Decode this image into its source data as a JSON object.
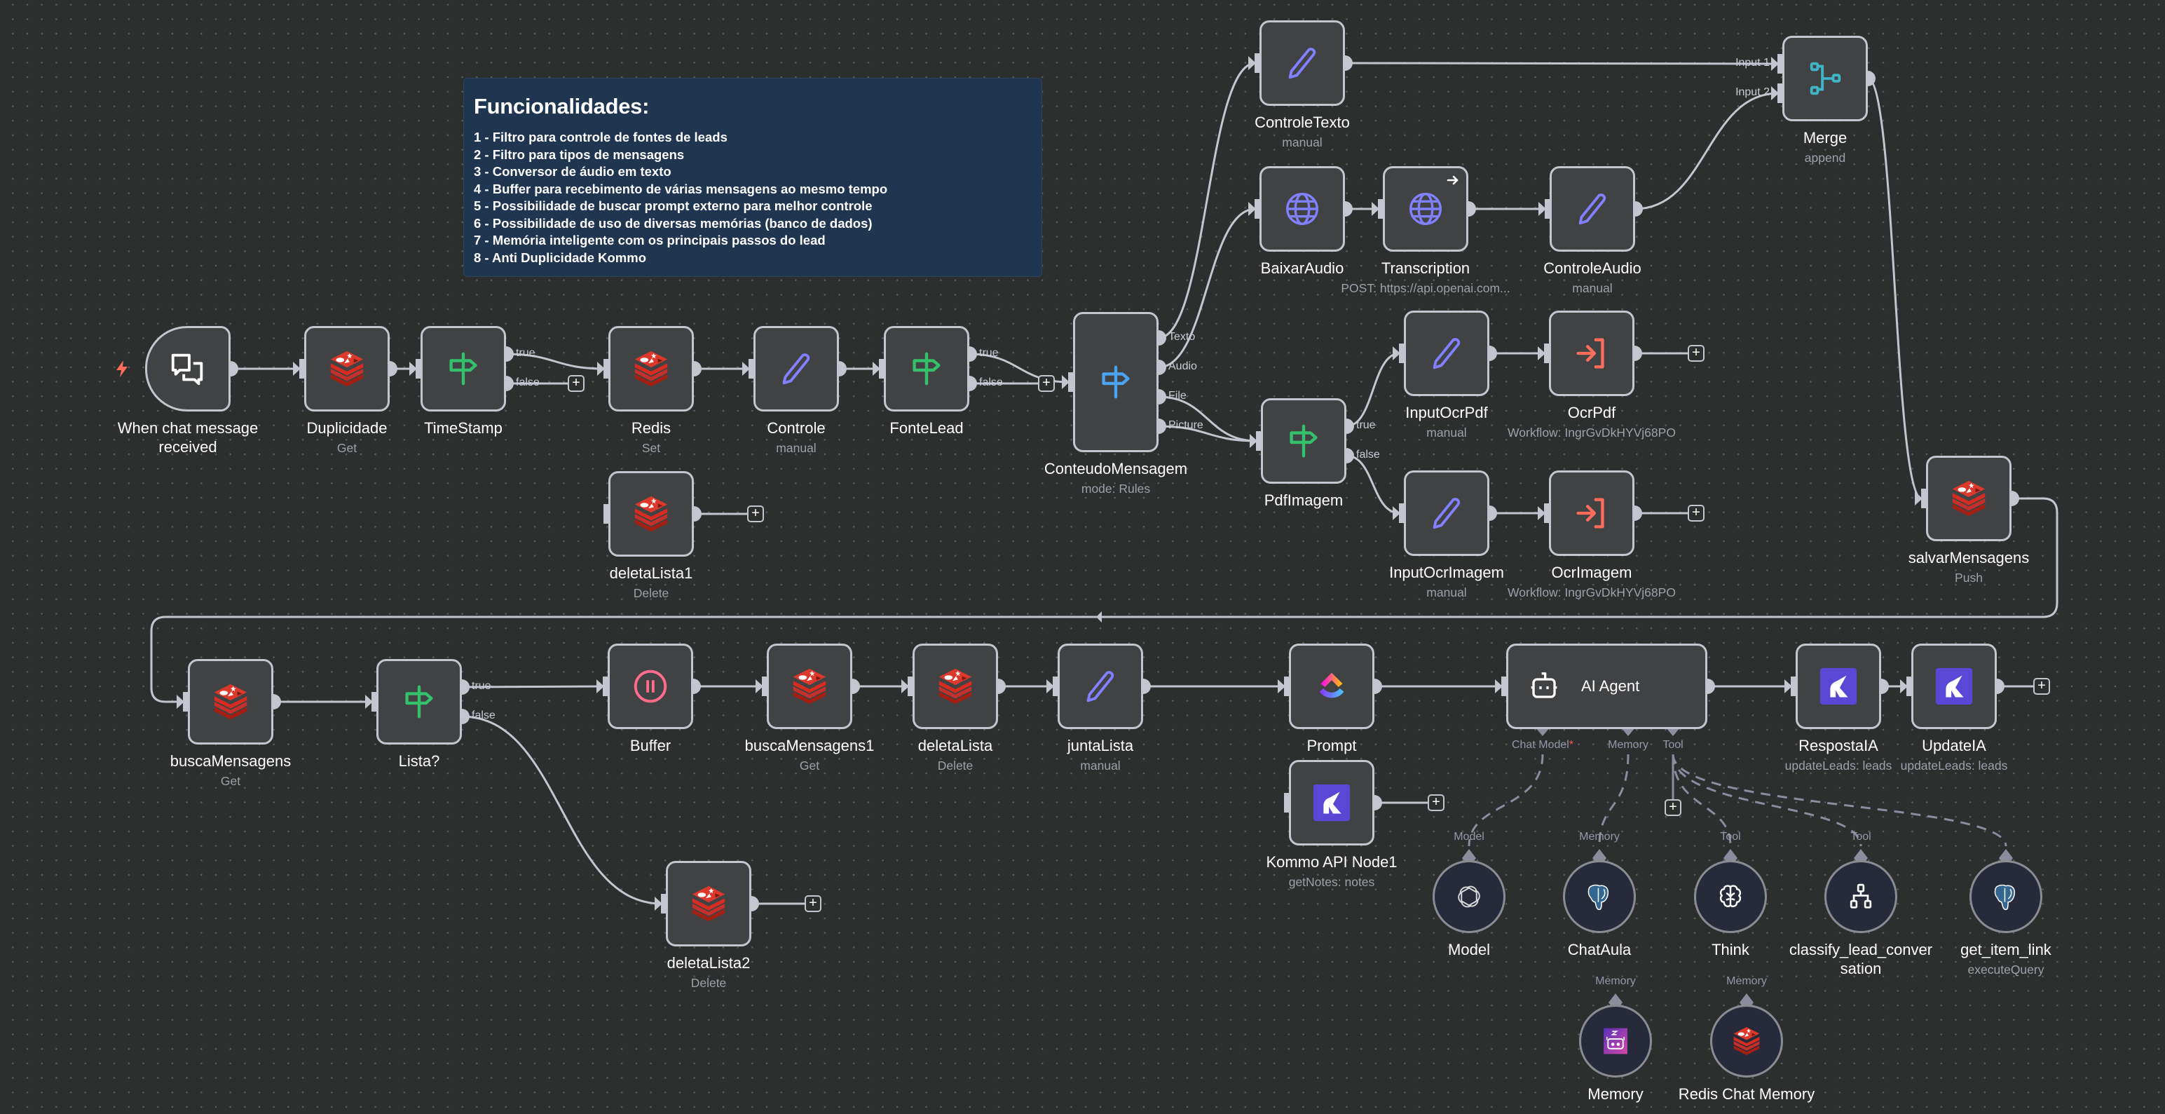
{
  "sticky_note": {
    "title": "Funcionalidades:",
    "lines": [
      "1 - Filtro para controle de fontes de leads",
      "2 - Filtro para tipos de mensagens",
      "3 - Conversor de áudio em texto",
      "4 - Buffer para recebimento de várias mensagens ao mesmo tempo",
      "5 - Possibilidade de buscar prompt externo para melhor controle",
      "6 - Possibilidade de uso de diversas memórias (banco de dados)",
      "7 - Memória inteligente com os principais passos do lead",
      "8 - Anti Duplicidade Kommo"
    ]
  },
  "colors": {
    "canvas": "#2d2e2e",
    "node_bg": "#414244",
    "node_border": "#c3c6ce",
    "sticky_bg": "#1f3550",
    "redis": "#d82c20",
    "if_green": "#35c16b",
    "switch_blue": "#4aa3f0",
    "set_purple": "#8181ff",
    "exec_red": "#ff6d5a",
    "merge_teal": "#3fb6c8",
    "wait_pink": "#ff6d8a",
    "kommo_purple": "#5b47d6",
    "trigger_bolt": "#ff6d5a"
  },
  "nodes": [
    {
      "id": "chat_trigger",
      "name": "When chat message\nreceived",
      "subtitle": "",
      "icon": "chat-icon",
      "type": "trigger"
    },
    {
      "id": "duplicidade",
      "name": "Duplicidade",
      "subtitle": "Get",
      "icon": "redis-icon"
    },
    {
      "id": "timestamp",
      "name": "TimeStamp",
      "subtitle": "",
      "icon": "if-icon",
      "outputs": [
        "true",
        "false"
      ]
    },
    {
      "id": "redis",
      "name": "Redis",
      "subtitle": "Set",
      "icon": "redis-icon"
    },
    {
      "id": "controle",
      "name": "Controle",
      "subtitle": "manual",
      "icon": "pencil-icon"
    },
    {
      "id": "fontelead",
      "name": "FonteLead",
      "subtitle": "",
      "icon": "if-icon",
      "outputs": [
        "true",
        "false"
      ]
    },
    {
      "id": "deletalista1",
      "name": "deletaLista1",
      "subtitle": "Delete",
      "icon": "redis-icon"
    },
    {
      "id": "conteudo",
      "name": "ConteudoMensagem",
      "subtitle": "mode: Rules",
      "icon": "switch-icon",
      "outputs": [
        "Texto",
        "Audio",
        "File",
        "Picture"
      ]
    },
    {
      "id": "controletexto",
      "name": "ControleTexto",
      "subtitle": "manual",
      "icon": "pencil-icon"
    },
    {
      "id": "baixaraudio",
      "name": "BaixarAudio",
      "subtitle": "",
      "icon": "globe-icon"
    },
    {
      "id": "transcription",
      "name": "Transcription",
      "subtitle": "POST: https://api.openai.com...",
      "icon": "globe-icon"
    },
    {
      "id": "controleaudio",
      "name": "ControleAudio",
      "subtitle": "manual",
      "icon": "pencil-icon"
    },
    {
      "id": "merge",
      "name": "Merge",
      "subtitle": "append",
      "icon": "merge-icon",
      "inputs": [
        "Input 1",
        "Input 2"
      ]
    },
    {
      "id": "pdfimagem",
      "name": "PdfImagem",
      "subtitle": "",
      "icon": "if-icon",
      "outputs": [
        "true",
        "false"
      ]
    },
    {
      "id": "inputocrpdf",
      "name": "InputOcrPdf",
      "subtitle": "manual",
      "icon": "pencil-icon"
    },
    {
      "id": "ocrpdf",
      "name": "OcrPdf",
      "subtitle": "Workflow: IngrGvDkHYVj68PO",
      "icon": "execute-workflow-icon"
    },
    {
      "id": "inputocrimagem",
      "name": "InputOcrImagem",
      "subtitle": "manual",
      "icon": "pencil-icon"
    },
    {
      "id": "ocrimagem",
      "name": "OcrImagem",
      "subtitle": "Workflow: IngrGvDkHYVj68PO",
      "icon": "execute-workflow-icon"
    },
    {
      "id": "salvarmensagens",
      "name": "salvarMensagens",
      "subtitle": "Push",
      "icon": "redis-icon"
    },
    {
      "id": "buscamensagens",
      "name": "buscaMensagens",
      "subtitle": "Get",
      "icon": "redis-icon"
    },
    {
      "id": "lista",
      "name": "Lista?",
      "subtitle": "",
      "icon": "if-icon",
      "outputs": [
        "true",
        "false"
      ]
    },
    {
      "id": "buffer",
      "name": "Buffer",
      "subtitle": "",
      "icon": "pause-icon"
    },
    {
      "id": "buscamensagens1",
      "name": "buscaMensagens1",
      "subtitle": "Get",
      "icon": "redis-icon"
    },
    {
      "id": "deletalista",
      "name": "deletaLista",
      "subtitle": "Delete",
      "icon": "redis-icon"
    },
    {
      "id": "juntalista",
      "name": "juntaLista",
      "subtitle": "manual",
      "icon": "pencil-icon"
    },
    {
      "id": "deletalista2",
      "name": "deletaLista2",
      "subtitle": "Delete",
      "icon": "redis-icon"
    },
    {
      "id": "prompt",
      "name": "Prompt",
      "subtitle": "",
      "icon": "clickup-icon"
    },
    {
      "id": "kommo1",
      "name": "Kommo API Node1",
      "subtitle": "getNotes: notes",
      "icon": "kommo-icon"
    },
    {
      "id": "aiagent",
      "name": "AI Agent",
      "subtitle": "",
      "icon": "robot-icon",
      "type": "wide",
      "ports": [
        "Chat Model",
        "Memory",
        "Tool"
      ],
      "required_port": "Chat Model"
    },
    {
      "id": "respostaia",
      "name": "RespostaIA",
      "subtitle": "updateLeads: leads",
      "icon": "kommo-icon"
    },
    {
      "id": "updateia",
      "name": "UpdateIA",
      "subtitle": "updateLeads: leads",
      "icon": "kommo-icon"
    },
    {
      "id": "model",
      "name": "Model",
      "subtitle": "",
      "icon": "openai-icon",
      "type": "sub",
      "port": "Model"
    },
    {
      "id": "chataula",
      "name": "ChatAula",
      "subtitle": "",
      "icon": "postgres-icon",
      "type": "sub",
      "port": "Memory"
    },
    {
      "id": "think",
      "name": "Think",
      "subtitle": "",
      "icon": "brain-icon",
      "type": "sub",
      "port": "Tool"
    },
    {
      "id": "classify",
      "name": "classify_lead_conver\nsation",
      "subtitle": "",
      "icon": "workflow-tree-icon",
      "type": "sub",
      "port": "Tool"
    },
    {
      "id": "getitemlink",
      "name": "get_item_link",
      "subtitle": "executeQuery",
      "icon": "postgres-icon",
      "type": "sub",
      "port": ""
    },
    {
      "id": "memory",
      "name": "Memory",
      "subtitle": "",
      "icon": "zep-memory-icon",
      "type": "sub",
      "port": "Memory"
    },
    {
      "id": "redischatmemory",
      "name": "Redis Chat Memory",
      "subtitle": "",
      "icon": "redis-icon",
      "type": "sub",
      "port": "Memory"
    }
  ]
}
